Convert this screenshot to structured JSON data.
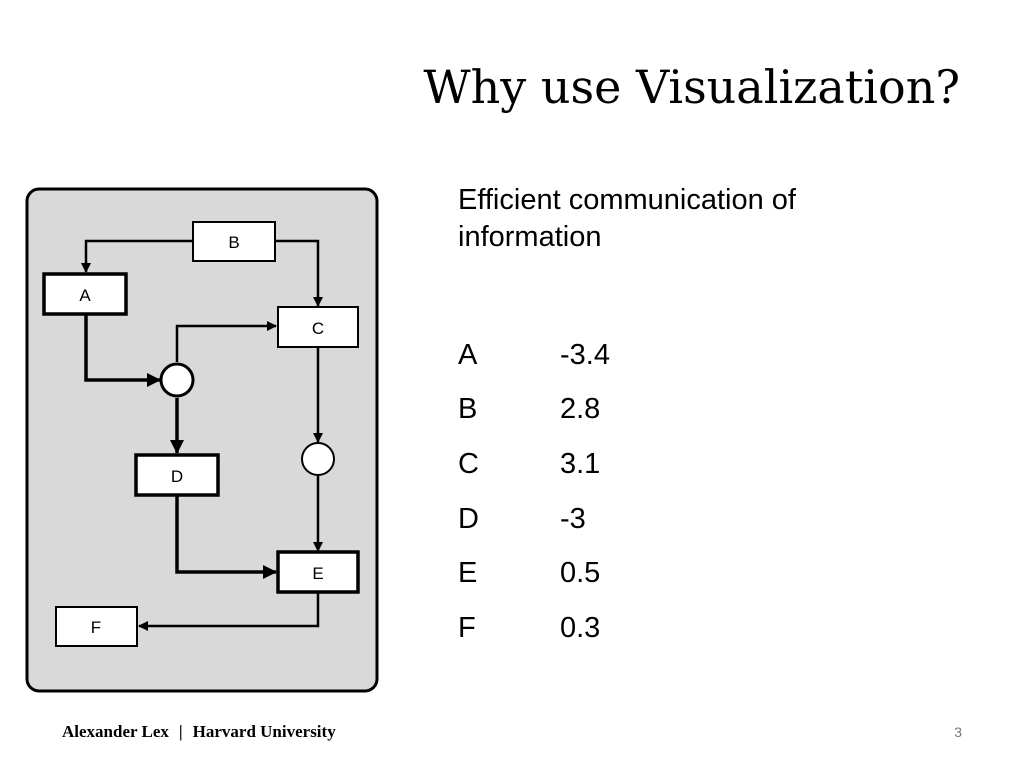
{
  "slide": {
    "title": "Why use Visualization?",
    "subtitle": "Efficient communication of information",
    "page_number": "3"
  },
  "footer": {
    "author": "Alexander Lex",
    "separator": "|",
    "affiliation": "Harvard University"
  },
  "diagram": {
    "nodes": [
      {
        "id": "B",
        "label": "B"
      },
      {
        "id": "A",
        "label": "A"
      },
      {
        "id": "C",
        "label": "C"
      },
      {
        "id": "D",
        "label": "D"
      },
      {
        "id": "E",
        "label": "E"
      },
      {
        "id": "F",
        "label": "F"
      }
    ]
  },
  "values_table": [
    {
      "key": "A",
      "value": "-3.4"
    },
    {
      "key": "B",
      "value": "2.8"
    },
    {
      "key": "C",
      "value": "3.1"
    },
    {
      "key": "D",
      "value": "-3"
    },
    {
      "key": "E",
      "value": "0.5"
    },
    {
      "key": "F",
      "value": "0.3"
    }
  ]
}
